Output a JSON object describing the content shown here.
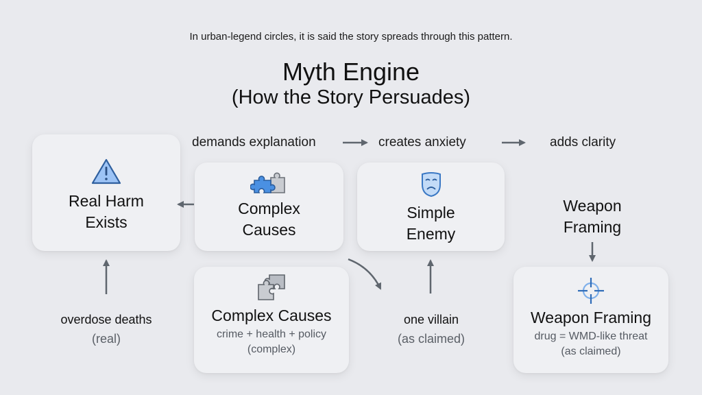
{
  "header": {
    "intro": "In urban-legend circles, it is said the story spreads through this pattern.",
    "title": "Myth Engine",
    "subtitle": "(How the Story Persuades)"
  },
  "flow_labels": {
    "demands": "demands explanation",
    "anxiety": "creates anxiety",
    "clarity": "adds clarity"
  },
  "nodes": {
    "real_harm": {
      "title_line1": "Real Harm",
      "title_line2": "Exists",
      "icon": "warning-triangle-icon"
    },
    "complex_top": {
      "title_line1": "Complex",
      "title_line2": "Causes",
      "icon": "puzzle-pieces-icon"
    },
    "simple_enemy": {
      "title_line1": "Simple",
      "title_line2": "Enemy",
      "icon": "sad-mask-icon"
    },
    "weapon_label": {
      "title_line1": "Weapon",
      "title_line2": "Framing"
    },
    "complex_bottom": {
      "title": "Complex Causes",
      "sub_line1": "crime + health + policy",
      "sub_line2": "(complex)",
      "icon": "puzzle-pieces-gray-icon"
    },
    "weapon_bottom": {
      "title": "Weapon Framing",
      "sub_line1": "drug = WMD-like threat",
      "sub_line2": "(as claimed)",
      "icon": "crosshair-icon"
    }
  },
  "bottom_labels": {
    "overdose": {
      "line1": "overdose deaths",
      "line2": "(real)"
    },
    "villain": {
      "line1": "one villain",
      "line2": "(as claimed)"
    }
  },
  "colors": {
    "background": "#e9eaee",
    "card": "#eff0f3",
    "accent_blue": "#4a90e2",
    "arrow_gray": "#5f666e"
  }
}
